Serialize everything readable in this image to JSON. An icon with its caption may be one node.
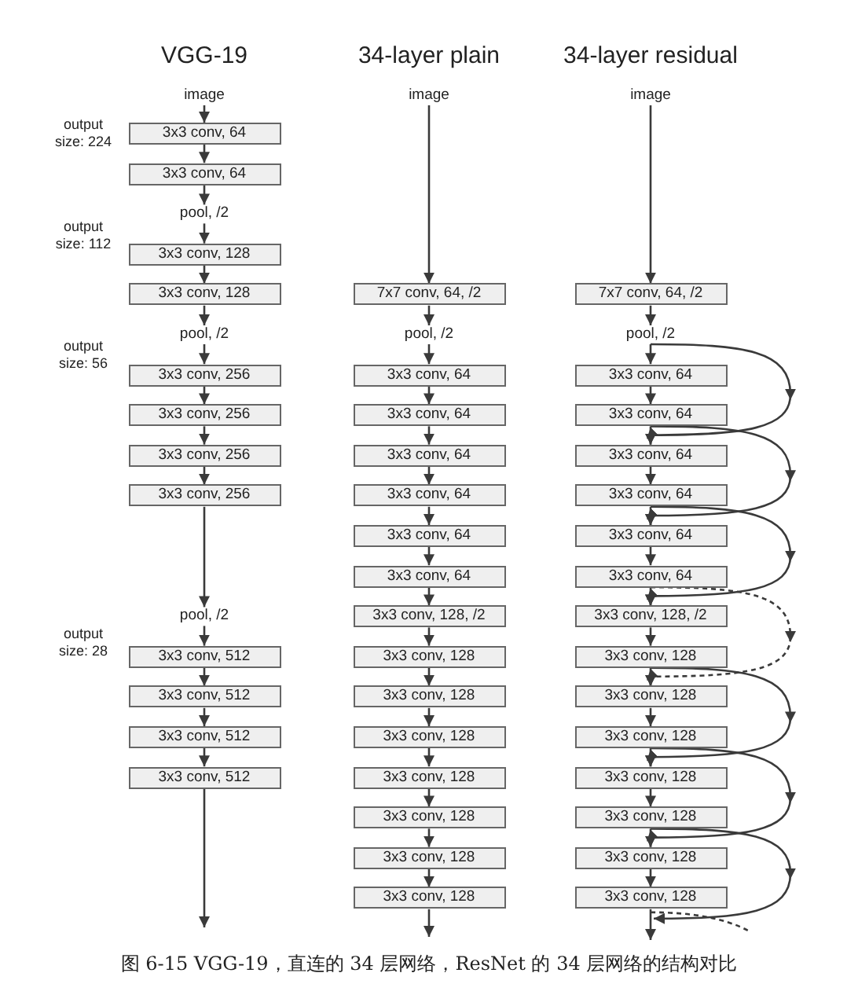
{
  "diagram": {
    "caption": "图 6-15 VGG-19，直连的 34 层网络，ResNet 的 34 层网络的结构对比",
    "nodes": [
      {
        "text": [
          "image"
        ]
      },
      {
        "text": [
          "3x3 conv, 64"
        ]
      },
      {
        "text": [
          "3x3 conv, 64"
        ]
      },
      {
        "text": [
          "pool, /2"
        ]
      },
      {
        "text": [
          "3x3 conv, 128"
        ]
      },
      {
        "text": [
          "3x3 conv, 128"
        ]
      },
      {
        "text": [
          "pool, /2"
        ]
      },
      {
        "text": [
          "3x3 conv, 256"
        ]
      },
      {
        "text": [
          "3x3 conv, 256"
        ]
      },
      {
        "text": [
          "3x3 conv, 256"
        ]
      },
      {
        "text": [
          "3x3 conv, 256"
        ]
      },
      {
        "text": [
          "pool, /2"
        ]
      },
      {
        "text": [
          "3x3 conv, 512"
        ]
      },
      {
        "text": [
          "3x3 conv, 512"
        ]
      },
      {
        "text": [
          "3x3 conv, 512"
        ]
      },
      {
        "text": [
          "3x3 conv, 512"
        ]
      },
      {
        "text": [
          "image"
        ]
      },
      {
        "text": [
          "7x7 conv, 64, /2"
        ]
      },
      {
        "text": [
          "pool, /2"
        ]
      },
      {
        "text": [
          "3x3 conv, 64"
        ]
      },
      {
        "text": [
          "3x3 conv, 64"
        ]
      },
      {
        "text": [
          "3x3 conv, 64"
        ]
      },
      {
        "text": [
          "3x3 conv, 64"
        ]
      },
      {
        "text": [
          "3x3 conv, 64"
        ]
      },
      {
        "text": [
          "3x3 conv, 64"
        ]
      },
      {
        "text": [
          "3x3 conv, 128, /2"
        ]
      },
      {
        "text": [
          "3x3 conv, 128"
        ]
      },
      {
        "text": [
          "3x3 conv, 128"
        ]
      },
      {
        "text": [
          "3x3 conv, 128"
        ]
      },
      {
        "text": [
          "3x3 conv, 128"
        ]
      },
      {
        "text": [
          "3x3 conv, 128"
        ]
      },
      {
        "text": [
          "3x3 conv, 128"
        ]
      },
      {
        "text": [
          "3x3 conv, 128"
        ]
      },
      {
        "text": [
          "image"
        ]
      },
      {
        "text": [
          "7x7 conv, 64, /2"
        ]
      },
      {
        "text": [
          "pool, /2"
        ]
      },
      {
        "text": [
          "3x3 conv, 64"
        ]
      },
      {
        "text": [
          "3x3 conv, 64"
        ]
      },
      {
        "text": [
          "3x3 conv, 64"
        ]
      },
      {
        "text": [
          "3x3 conv, 64"
        ]
      },
      {
        "text": [
          "3x3 conv, 64"
        ]
      },
      {
        "text": [
          "3x3 conv, 64"
        ]
      },
      {
        "text": [
          "3x3 conv, 128, /2"
        ]
      },
      {
        "text": [
          "3x3 conv, 128"
        ]
      },
      {
        "text": [
          "3x3 conv, 128"
        ]
      },
      {
        "text": [
          "3x3 conv, 128"
        ]
      },
      {
        "text": [
          "3x3 conv, 128"
        ]
      },
      {
        "text": [
          "3x3 conv, 128"
        ]
      },
      {
        "text": [
          "3x3 conv, 128"
        ]
      },
      {
        "text": [
          "3x3 conv, 128"
        ]
      }
    ],
    "edges": [
      {
        "from": 0,
        "to": 1,
        "arrow": "to"
      },
      {
        "from": 1,
        "to": 2,
        "arrow": "to"
      },
      {
        "from": 2,
        "to": 3,
        "arrow": "to"
      },
      {
        "from": 3,
        "to": 4,
        "arrow": "to"
      },
      {
        "from": 4,
        "to": 5,
        "arrow": "to"
      },
      {
        "from": 5,
        "to": 6,
        "arrow": "to"
      },
      {
        "from": 6,
        "to": 7,
        "arrow": "to"
      },
      {
        "from": 7,
        "to": 8,
        "arrow": "to"
      },
      {
        "from": 8,
        "to": 9,
        "arrow": "to"
      },
      {
        "from": 9,
        "to": 10,
        "arrow": "to"
      },
      {
        "from": 10,
        "to": 11,
        "arrow": "to"
      },
      {
        "from": 11,
        "to": 12,
        "arrow": "to"
      },
      {
        "from": 12,
        "to": 13,
        "arrow": "to"
      },
      {
        "from": 13,
        "to": 14,
        "arrow": "to"
      },
      {
        "from": 14,
        "to": 15,
        "arrow": "to"
      },
      {
        "from": 15,
        "to": null,
        "arrow": "to"
      },
      {
        "from": 16,
        "to": 17,
        "arrow": "to"
      },
      {
        "from": 17,
        "to": 18,
        "arrow": "to"
      },
      {
        "from": 18,
        "to": 19,
        "arrow": "to"
      },
      {
        "from": 19,
        "to": 20,
        "arrow": "to"
      },
      {
        "from": 20,
        "to": 21,
        "arrow": "to"
      },
      {
        "from": 21,
        "to": 22,
        "arrow": "to"
      },
      {
        "from": 22,
        "to": 23,
        "arrow": "to"
      },
      {
        "from": 23,
        "to": 24,
        "arrow": "to"
      },
      {
        "from": 24,
        "to": 25,
        "arrow": "to"
      },
      {
        "from": 25,
        "to": 26,
        "arrow": "to"
      },
      {
        "from": 26,
        "to": 27,
        "arrow": "to"
      },
      {
        "from": 27,
        "to": 28,
        "arrow": "to"
      },
      {
        "from": 28,
        "to": 29,
        "arrow": "to"
      },
      {
        "from": 29,
        "to": 30,
        "arrow": "to"
      },
      {
        "from": 30,
        "to": 31,
        "arrow": "to"
      },
      {
        "from": 31,
        "to": 32,
        "arrow": "to"
      },
      {
        "from": 32,
        "to": null,
        "arrow": "to"
      },
      {
        "from": 33,
        "to": 34,
        "arrow": "to"
      },
      {
        "from": 34,
        "to": 35,
        "arrow": "to"
      },
      {
        "from": 35,
        "to": 36,
        "arrow": "to"
      },
      {
        "from": 36,
        "to": 37,
        "arrow": "to"
      },
      {
        "from": 37,
        "to": 38,
        "arrow": "to"
      },
      {
        "from": 38,
        "to": 39,
        "arrow": "to"
      },
      {
        "from": 39,
        "to": 40,
        "arrow": "to"
      },
      {
        "from": 40,
        "to": 41,
        "arrow": "to"
      },
      {
        "from": 41,
        "to": 42,
        "arrow": "to"
      },
      {
        "from": 42,
        "to": 43,
        "arrow": "to"
      },
      {
        "from": 43,
        "to": 44,
        "arrow": "to"
      },
      {
        "from": 44,
        "to": 45,
        "arrow": "to"
      },
      {
        "from": 45,
        "to": 46,
        "arrow": "to"
      },
      {
        "from": 46,
        "to": 47,
        "arrow": "to"
      },
      {
        "from": 47,
        "to": 48,
        "arrow": "to"
      },
      {
        "from": 48,
        "to": 49,
        "arrow": "to"
      },
      {
        "from": 49,
        "to": null,
        "arrow": "to"
      },
      {
        "from": 35,
        "to": 38,
        "arrow": "to"
      },
      {
        "from": 37,
        "to": 40,
        "arrow": "to"
      },
      {
        "from": 39,
        "to": 42,
        "arrow": "to"
      },
      {
        "from": 41,
        "to": 44,
        "arrow": "to",
        "style": "dashed"
      },
      {
        "from": 43,
        "to": 46,
        "arrow": "to"
      },
      {
        "from": 45,
        "to": 48,
        "arrow": "to"
      },
      {
        "from": 47,
        "to": 49,
        "arrow": "to"
      },
      {
        "from": 49,
        "to": null,
        "arrow": "none",
        "style": "dashed"
      }
    ],
    "labels": [
      "VGG-19",
      "34-layer plain",
      "34-layer residual",
      "output size: 224",
      "output size: 112",
      "output size: 56",
      "output size: 28"
    ]
  }
}
